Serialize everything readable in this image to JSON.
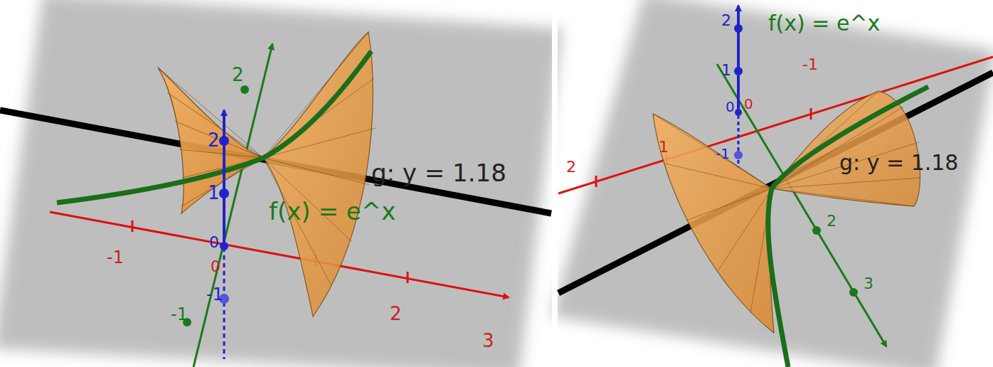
{
  "diagram": {
    "labels": [
      "2",
      "2",
      "1",
      "0",
      "0",
      "-1",
      "-1",
      "-1",
      "2",
      "3",
      "g: y = 1.18",
      "f(x) = e^x",
      "f(x) = e^x",
      "2",
      "1",
      "0",
      "0",
      "-1",
      "-1",
      "1",
      "2",
      "2",
      "3",
      "g: y = 1.18"
    ]
  }
}
